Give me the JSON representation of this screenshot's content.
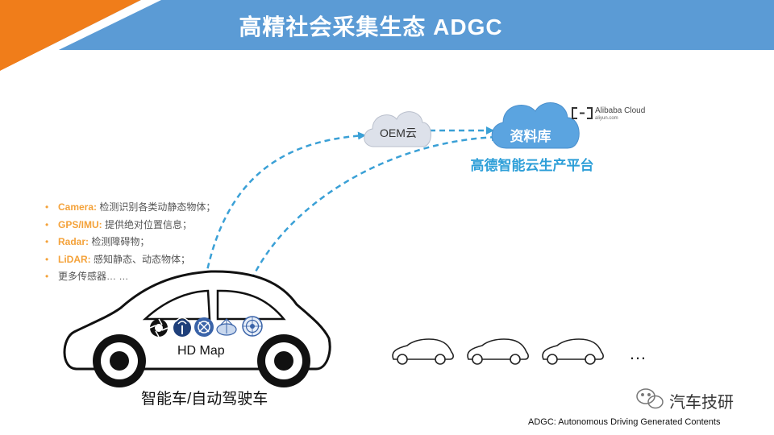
{
  "header": {
    "title": "高精社会采集生态  ADGC"
  },
  "sensors": [
    {
      "name": "Camera:",
      "desc": " 检测识别各类动静态物体；"
    },
    {
      "name": "GPS/IMU:",
      "desc": " 提供绝对位置信息；"
    },
    {
      "name": "Radar:",
      "desc": " 检测障碍物；"
    },
    {
      "name": "LiDAR:",
      "desc": " 感知静态、动态物体；"
    },
    {
      "name": "",
      "desc": "更多传感器… …"
    }
  ],
  "cloud": {
    "oem_label": "OEM云",
    "db_label": "资料库",
    "platform_label": "高德智能云生产平台",
    "aliyun_name": "Alibaba Cloud",
    "aliyun_sub": "aliyun.com"
  },
  "car": {
    "hd_map_label": "HD Map",
    "caption": "智能车/自动驾驶车"
  },
  "fleet": {
    "more": "…"
  },
  "watermark": {
    "name": "汽车技研"
  },
  "footnote": "ADGC: Autonomous Driving Generated Contents",
  "colors": {
    "title_bar": "#5b9bd5",
    "corner_accent": "#f07d1a",
    "sensor_keyword": "#f4a23a",
    "cloud_fill": "#5ba4e0",
    "platform_text": "#2e9fd8",
    "arrow": "#3aa0d6"
  },
  "icons": [
    "aperture-icon",
    "signal-tower-icon",
    "satellite-icon",
    "radar-cone-icon",
    "lidar-icon",
    "wechat-icon",
    "alibaba-cloud-logo"
  ]
}
